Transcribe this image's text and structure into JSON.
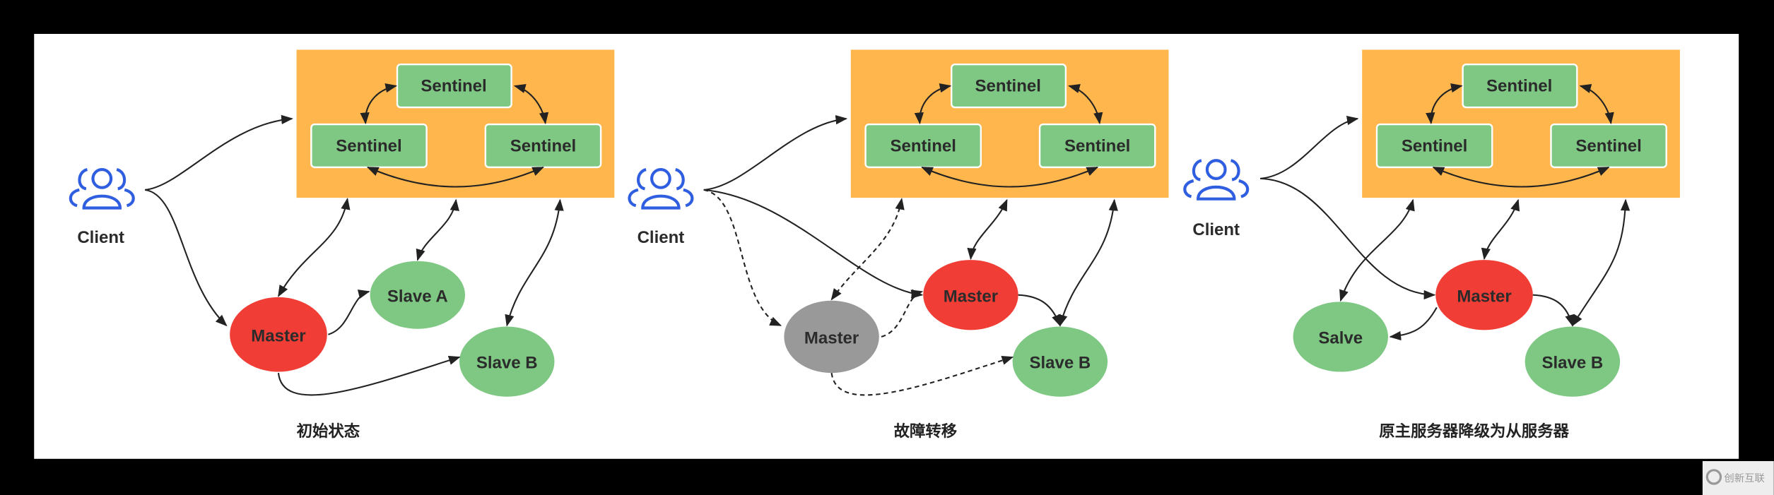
{
  "colors": {
    "orange_box": "#ffb64d",
    "sentinel": "#7ec883",
    "master": "#f03e36",
    "slave": "#7ec883",
    "failed_master": "#999999",
    "client_icon": "#2f5fe0"
  },
  "panels": [
    {
      "client": "Client",
      "sentinels": [
        "Sentinel",
        "Sentinel",
        "Sentinel"
      ],
      "master": "Master",
      "slave_a": "Slave A",
      "slave_b": "Slave B",
      "caption": "初始状态"
    },
    {
      "client": "Client",
      "sentinels": [
        "Sentinel",
        "Sentinel",
        "Sentinel"
      ],
      "old_master": "Master",
      "master": "Master",
      "slave_b": "Slave B",
      "caption": "故障转移"
    },
    {
      "client": "Client",
      "sentinels": [
        "Sentinel",
        "Sentinel",
        "Sentinel"
      ],
      "master": "Master",
      "salve": "Salve",
      "slave_b": "Slave B",
      "caption": "原主服务器降级为从服务器"
    }
  ],
  "watermark": "创新互联"
}
